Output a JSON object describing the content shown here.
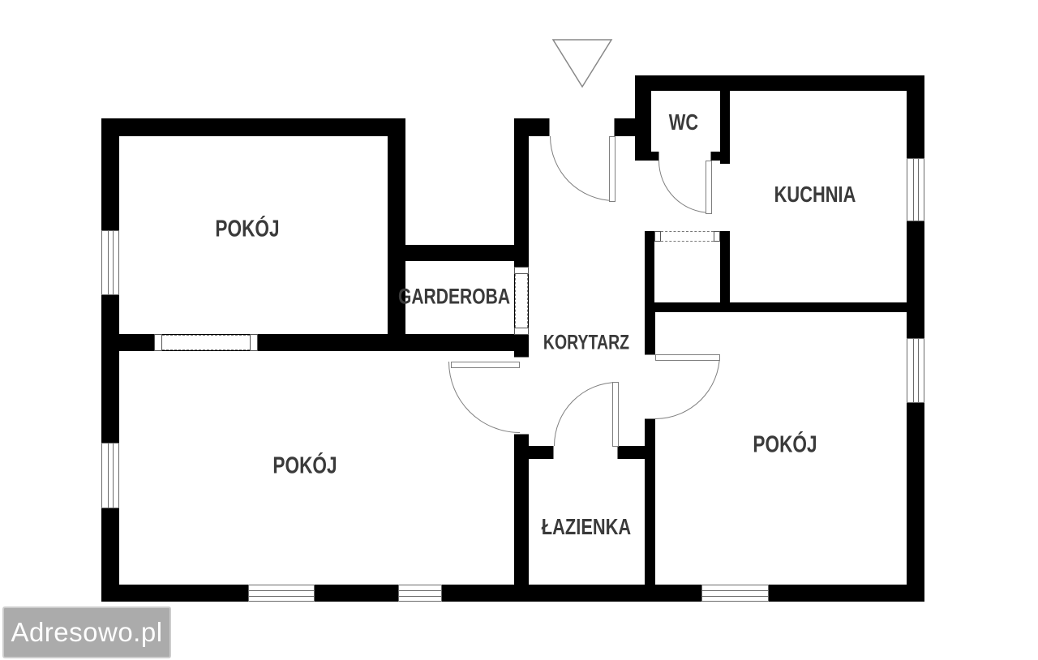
{
  "plan": {
    "labels": {
      "pokoj_top_left": "POKÓJ",
      "pokoj_bottom_left": "POKÓJ",
      "pokoj_right": "POKÓJ",
      "garderoba": "GARDEROBA",
      "korytarz": "KORYTARZ",
      "wc": "WC",
      "kuchnia": "KUCHNIA",
      "lazienka": "ŁAZIENKA"
    },
    "icons": {
      "entrance_marker": "triangle-down-outline-icon"
    },
    "colors": {
      "wall": "#000000",
      "door_line": "#7f7f7f",
      "window_line": "#6b6b6b",
      "label_text": "#3a3a3a"
    }
  },
  "watermark": {
    "text": "Adresowo.pl",
    "bg": "#ababab",
    "border": "#cdcdcd",
    "text_color": "#fdfdfd"
  }
}
